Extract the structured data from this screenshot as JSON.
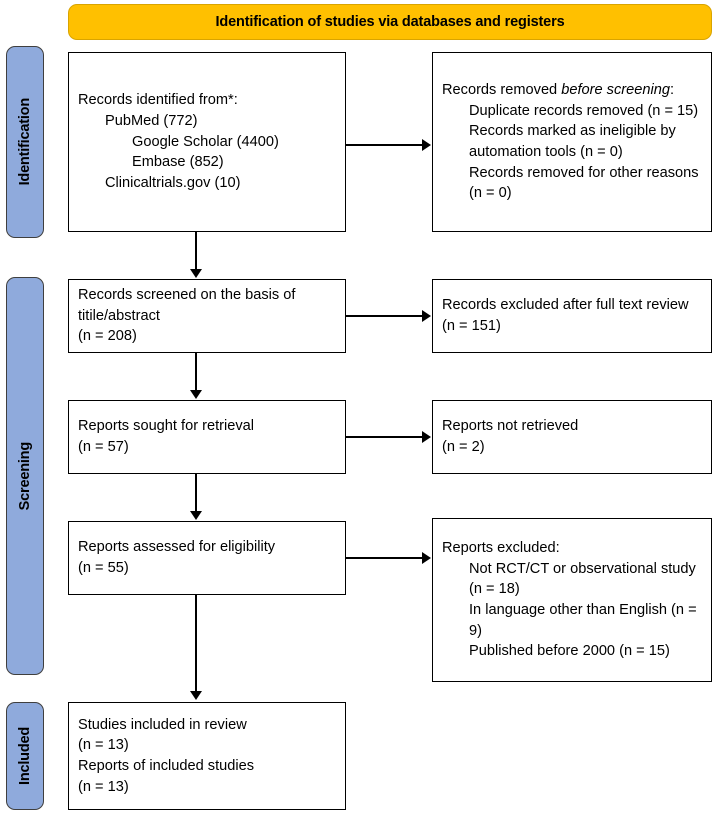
{
  "banner": {
    "title": "Identification of studies via databases and registers",
    "color": "#FFC000"
  },
  "rails": {
    "color": "#8FAADC",
    "identification": "Identification",
    "screening": "Screening",
    "included": "Included"
  },
  "boxes": {
    "records_identified": {
      "line1": "Records identified from*:",
      "line2": "PubMed (772)",
      "line3": "Google Scholar (4400)",
      "line4": "Embase (852)",
      "line5": "Clinicaltrials.gov (10)"
    },
    "records_removed": {
      "line1_a": "Records removed ",
      "line1_b": "before screening",
      "line1_c": ":",
      "line2": "Duplicate records removed (n = 15)",
      "line3": "Records marked as ineligible by automation tools (n = 0)",
      "line4": "Records removed for other reasons (n = 0)"
    },
    "records_screened": {
      "line1": "Records screened on the basis of titile/abstract",
      "line2": "(n = 208)"
    },
    "records_excluded": {
      "line1": "Records excluded after full text review",
      "line2": "(n = 151)"
    },
    "reports_sought": {
      "line1": "Reports sought for retrieval",
      "line2": "(n = 57)"
    },
    "reports_not_retrieved": {
      "line1": "Reports not retrieved",
      "line2": "(n = 2)"
    },
    "reports_assessed": {
      "line1": "Reports assessed for eligibility",
      "line2": "(n = 55)"
    },
    "reports_excluded": {
      "line1": "Reports excluded:",
      "line2": "Not RCT/CT or observational study (n = 18)",
      "line3": "In language other than English (n = 9)",
      "line4": "Published before 2000 (n = 15)"
    },
    "studies_included": {
      "line1": "Studies included in review",
      "line2": "(n = 13)",
      "line3": "Reports of included studies",
      "line4": "(n = 13)"
    }
  }
}
